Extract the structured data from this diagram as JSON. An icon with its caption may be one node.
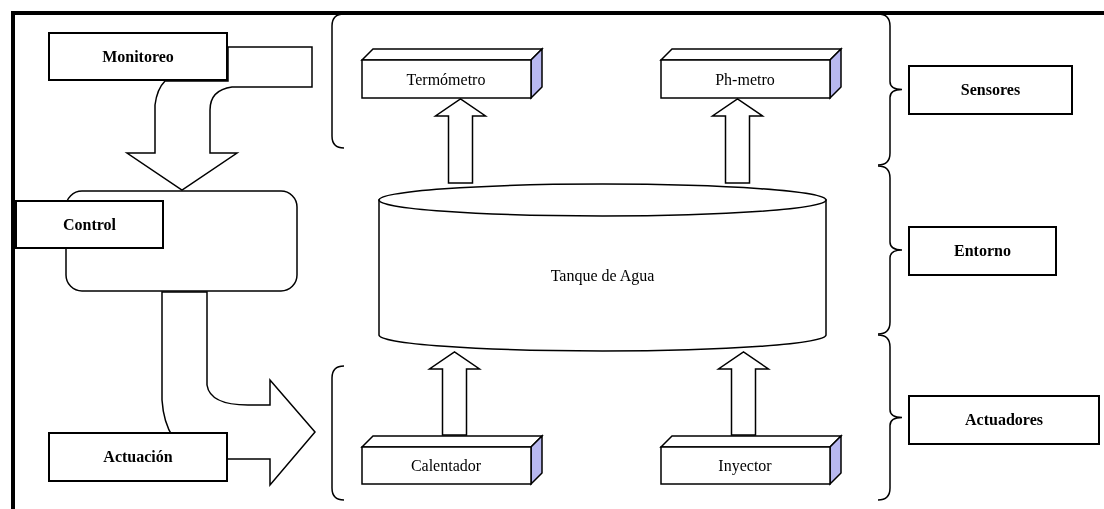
{
  "diagram": {
    "nodes": [
      {
        "text": [
          "Monitoreo"
        ]
      },
      {
        "text": [
          "Control"
        ]
      },
      {
        "text": [],
        "shape": "box"
      },
      {
        "text": [
          "Actuación"
        ]
      },
      {
        "text": [
          "Termómetro"
        ]
      },
      {
        "text": [
          "Ph-metro"
        ]
      },
      {
        "text": [
          "Tanque de Agua"
        ]
      },
      {
        "text": [
          "Calentador"
        ]
      },
      {
        "text": [
          "Inyector"
        ]
      },
      {
        "text": [
          "Sensores"
        ]
      },
      {
        "text": [
          "Entorno"
        ]
      },
      {
        "text": [
          "Actuadores"
        ]
      }
    ],
    "edges": [
      {
        "from": 0,
        "to": 2,
        "arrow": "to"
      },
      {
        "from": 2,
        "to": null,
        "arrow": "to"
      },
      {
        "from": 6,
        "to": 4,
        "arrow": "to"
      },
      {
        "from": 6,
        "to": 5,
        "arrow": "to"
      },
      {
        "from": 7,
        "to": 6,
        "arrow": "to"
      },
      {
        "from": 8,
        "to": 6,
        "arrow": "to"
      }
    ]
  }
}
